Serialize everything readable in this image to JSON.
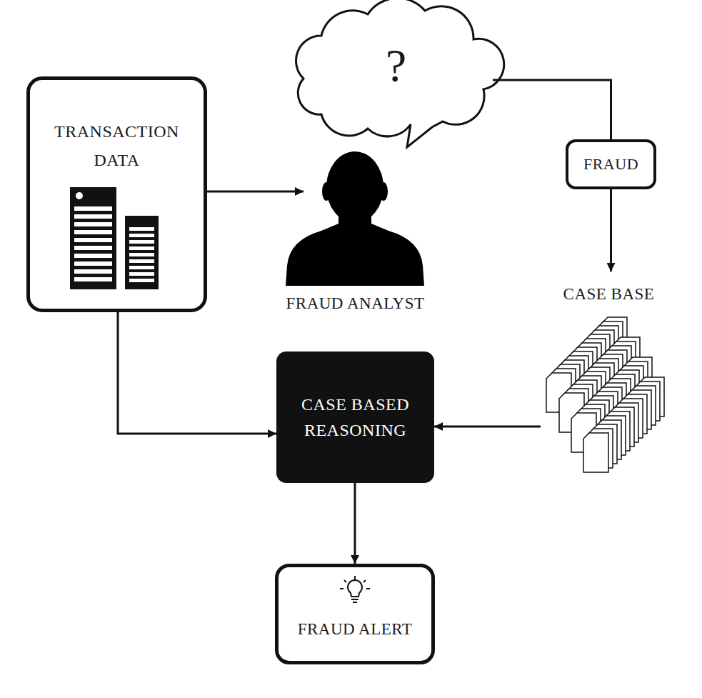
{
  "diagram": {
    "nodes": [
      {
        "text": [
          "TRANSACTION DATA"
        ]
      },
      {
        "text": [
          "?"
        ]
      },
      {
        "text": [
          "FRAUD ANALYST"
        ]
      },
      {
        "text": [
          "FRAUD"
        ]
      },
      {
        "text": [
          "CASE BASE"
        ]
      },
      {
        "text": [
          "CASE BASED REASONING"
        ]
      },
      {
        "text": [
          "FRAUD ALERT"
        ]
      }
    ],
    "edges": [
      {
        "from": 0,
        "to": 2,
        "arrow": "to"
      },
      {
        "from": 1,
        "to": 3,
        "arrow": "none"
      },
      {
        "from": 3,
        "to": 4,
        "arrow": "to"
      },
      {
        "from": 0,
        "to": 5,
        "arrow": "to"
      },
      {
        "from": 4,
        "to": 5,
        "arrow": "to"
      },
      {
        "from": 5,
        "to": 6,
        "arrow": "to"
      }
    ]
  }
}
